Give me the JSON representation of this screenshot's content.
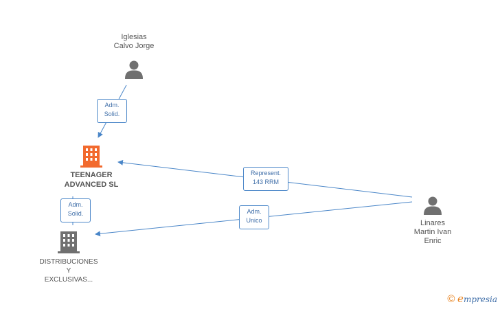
{
  "nodes": {
    "iglesias": {
      "line1": "Iglesias",
      "line2": "Calvo Jorge"
    },
    "teenager": {
      "line1": "TEENAGER",
      "line2": "ADVANCED SL"
    },
    "distribuciones": {
      "line1": "DISTRIBUCIONES",
      "line2": "Y",
      "line3": "EXCLUSIVAS..."
    },
    "linares": {
      "line1": "Linares",
      "line2": "Martin Ivan",
      "line3": "Enric"
    }
  },
  "edges": {
    "iglesias_teenager": {
      "line1": "Adm.",
      "line2": "Solid."
    },
    "linares_teenager": {
      "line1": "Represent.",
      "line2": "143 RRM"
    },
    "linares_distribuciones": {
      "line1": "Adm.",
      "line2": "Unico"
    },
    "teenager_distribuciones": {
      "line1": "Adm.",
      "line2": "Solid."
    }
  },
  "colors": {
    "edge": "#4a86c8",
    "person_icon": "#707070",
    "main_company": "#f26a2e",
    "company": "#707070",
    "brand_orange": "#e8821e",
    "brand_blue": "#3f6ea8"
  },
  "footer": {
    "copyright": "©",
    "brand_initial": "e",
    "brand_rest": "mpresia"
  }
}
